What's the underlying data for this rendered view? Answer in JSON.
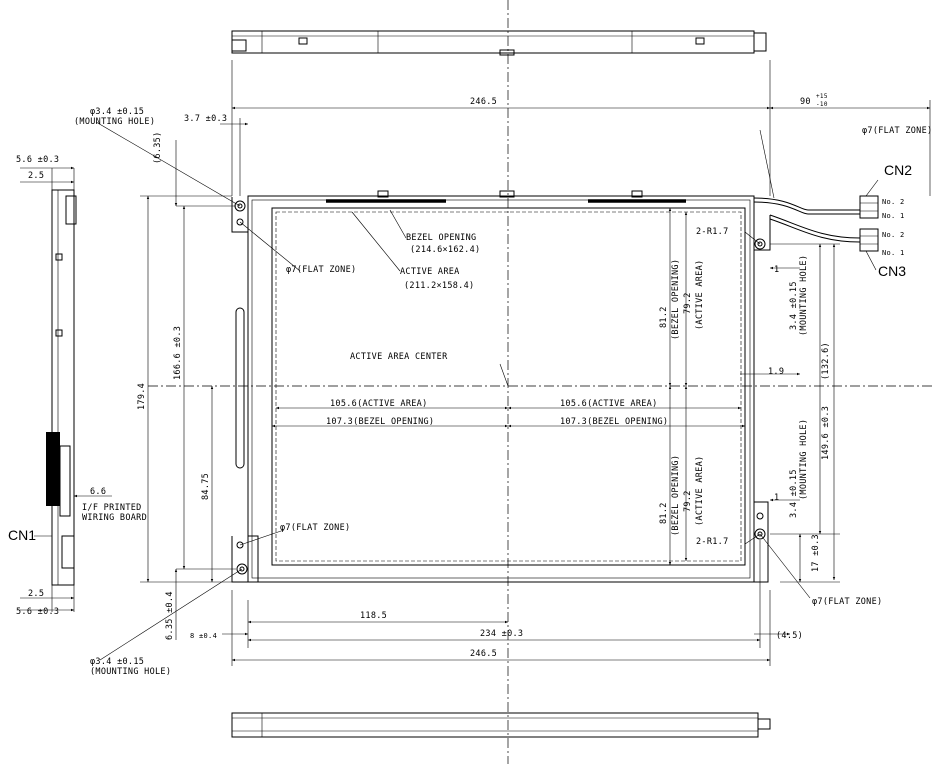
{
  "dims": {
    "overall_width_top": "246.5",
    "overall_width_bottom": "246.5",
    "cable_length": "90",
    "cable_tol_plus": "+15",
    "cable_tol_minus": "-10",
    "left_offset": "3.7 ±0.3",
    "top_offset": "(6.35)",
    "total_height": "179.4",
    "mount_pitch_v": "166.6 ±0.3",
    "lower_height": "84.75",
    "bottom_offset": "6.35 ±0.4",
    "left_margin_bottom": "8 ±0.4",
    "center_to_left": "118.5",
    "mount_pitch_h": "234 ±0.3",
    "right_offset": "(4.5)",
    "right_1_upper": "1",
    "right_1_9": "1.9",
    "right_1_lower": "1",
    "right_132_6": "(132.6)",
    "right_149_6": "149.6 ±0.3",
    "right_17": "17 ±0.3",
    "side_5_6_top": "5.6 ±0.3",
    "side_2_5_top": "2.5",
    "side_6_6": "6.6",
    "side_2_5_bottom": "2.5",
    "side_5_6_bottom": "5.6 ±0.3",
    "active_half_left": "105.6(ACTIVE AREA)",
    "active_half_right": "105.6(ACTIVE AREA)",
    "bezel_half_left": "107.3(BEZEL OPENING)",
    "bezel_half_right": "107.3(BEZEL OPENING)",
    "bezel_v_upper_val": "81.2",
    "bezel_v_upper_lbl": "(BEZEL OPENING)",
    "active_v_upper_val": "79.2",
    "active_v_upper_lbl": "(ACTIVE AREA)",
    "bezel_v_lower_val": "81.2",
    "bezel_v_lower_lbl": "(BEZEL OPENING)",
    "active_v_lower_val": "79.2",
    "active_v_lower_lbl": "(ACTIVE AREA)"
  },
  "notes": {
    "mount_hole_top_dia": "φ3.4 ±0.15",
    "mount_hole_top_lbl": "(MOUNTING HOLE)",
    "mount_hole_bottom_dia": "φ3.4 ±0.15",
    "mount_hole_bottom_lbl": "(MOUNTING HOLE)",
    "flat_zone_top_right": "φ7(FLAT ZONE)",
    "flat_zone_top_left": "φ7(FLAT ZONE)",
    "flat_zone_bottom_left": "φ7(FLAT ZONE)",
    "flat_zone_bottom_right": "φ7(FLAT ZONE)",
    "bezel_opening": "BEZEL OPENING",
    "bezel_opening_size": "(214.6×162.4)",
    "active_area": "ACTIVE AREA",
    "active_area_size": "(211.2×158.4)",
    "active_area_center": "ACTIVE AREA CENTER",
    "r17_top": "2-R1.7",
    "r17_bottom": "2-R1.7",
    "right_mh_upper_dia": "3.4 ±0.15",
    "right_mh_upper_lbl": "(MOUNTING HOLE)",
    "right_mh_lower_dia": "3.4 ±0.15",
    "right_mh_lower_lbl": "(MOUNTING HOLE)",
    "pwb_line1": "I/F PRINTED",
    "pwb_line2": "WIRING BOARD"
  },
  "connectors": {
    "cn1": "CN1",
    "cn2": "CN2",
    "cn3": "CN3",
    "no2_a": "No. 2",
    "no1_a": "No. 1",
    "no2_b": "No. 2",
    "no1_b": "No. 1"
  }
}
